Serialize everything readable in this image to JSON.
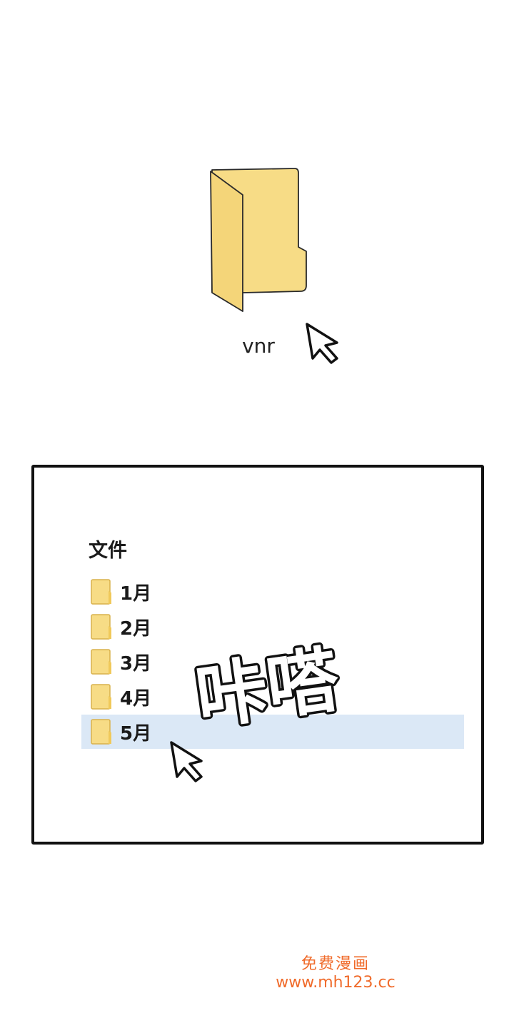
{
  "desktop": {
    "folder_label": "vnr",
    "folder_icon": "folder-icon",
    "cursor_icon": "mouse-pointer-icon"
  },
  "file_window": {
    "title": "文件",
    "folders": [
      {
        "label": "1月",
        "selected": false
      },
      {
        "label": "2月",
        "selected": false
      },
      {
        "label": "3月",
        "selected": false
      },
      {
        "label": "4月",
        "selected": false
      },
      {
        "label": "5月",
        "selected": true
      }
    ],
    "selected_color": "#dbe8f6",
    "folder_color": "#f7dc86"
  },
  "sound_effect": {
    "text": "咔嗒"
  },
  "watermark": {
    "line1": "免费漫画",
    "line2": "www.mh123.cc"
  }
}
